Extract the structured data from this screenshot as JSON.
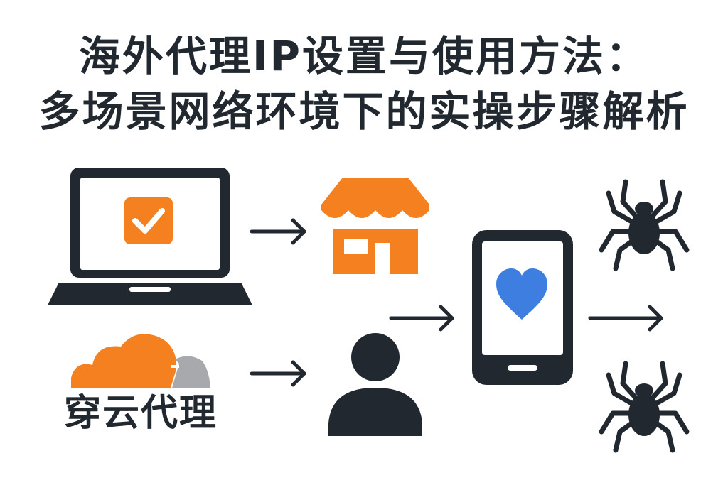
{
  "title": {
    "line1": "海外代理IP设置与使用方法：",
    "line2": "多场景网络环境下的实操步骤解析"
  },
  "brand": {
    "label": "穿云代理"
  },
  "colors": {
    "dark": "#22282f",
    "orange": "#f5801f",
    "gray": "#a7a9ac",
    "blue": "#3d7ee0",
    "background": "#ffffff"
  },
  "icons": [
    "laptop-icon",
    "checkbox-icon",
    "storefront-icon",
    "cloud-logo-icon",
    "user-icon",
    "smartphone-icon",
    "heart-icon",
    "spider-icon"
  ]
}
